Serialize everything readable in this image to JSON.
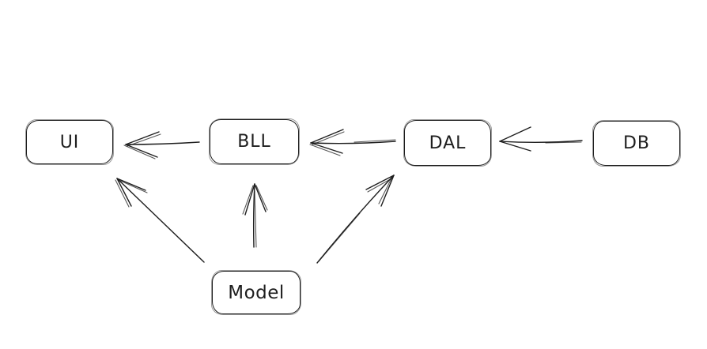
{
  "diagram": {
    "background_color": "#ffffff",
    "stroke_color": "#1e1e1e",
    "nodes": [
      {
        "id": "ui",
        "label": "UI"
      },
      {
        "id": "bll",
        "label": "BLL"
      },
      {
        "id": "dal",
        "label": "DAL"
      },
      {
        "id": "db",
        "label": "DB"
      },
      {
        "id": "model",
        "label": "Model"
      }
    ],
    "edges": [
      {
        "from": "BLL",
        "to": "UI"
      },
      {
        "from": "DAL",
        "to": "BLL"
      },
      {
        "from": "DB",
        "to": "DAL"
      },
      {
        "from": "Model",
        "to": "UI"
      },
      {
        "from": "Model",
        "to": "BLL"
      },
      {
        "from": "Model",
        "to": "DAL"
      }
    ]
  }
}
